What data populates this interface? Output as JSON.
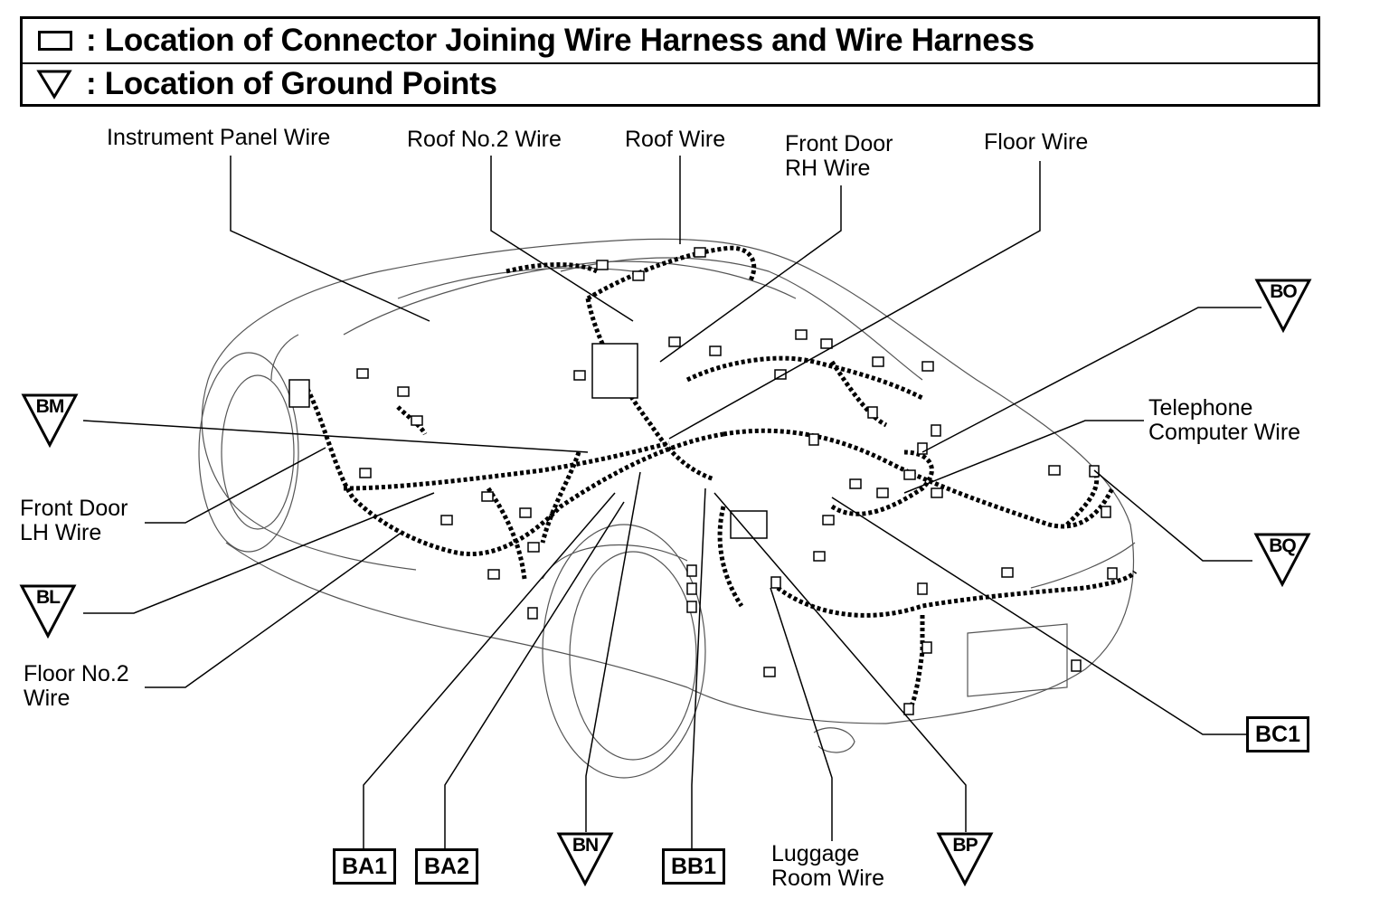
{
  "legend": {
    "connector_text": ": Location of Connector Joining Wire Harness and Wire Harness",
    "ground_text": ": Location of Ground Points"
  },
  "wire_labels": {
    "instrument_panel": "Instrument Panel Wire",
    "roof_no2": "Roof No.2 Wire",
    "roof": "Roof Wire",
    "front_door_rh_1": "Front Door",
    "front_door_rh_2": "RH Wire",
    "floor": "Floor Wire",
    "telephone_1": "Telephone",
    "telephone_2": "Computer Wire",
    "front_door_lh_1": "Front Door",
    "front_door_lh_2": "LH Wire",
    "floor_no2_1": "Floor No.2",
    "floor_no2_2": "Wire",
    "luggage_1": "Luggage",
    "luggage_2": "Room Wire"
  },
  "connectors": {
    "ba1": "BA1",
    "ba2": "BA2",
    "bb1": "BB1",
    "bc1": "BC1"
  },
  "grounds": {
    "bm": "BM",
    "bl": "BL",
    "bn": "BN",
    "bp": "BP",
    "bo": "BO",
    "bq": "BQ"
  }
}
